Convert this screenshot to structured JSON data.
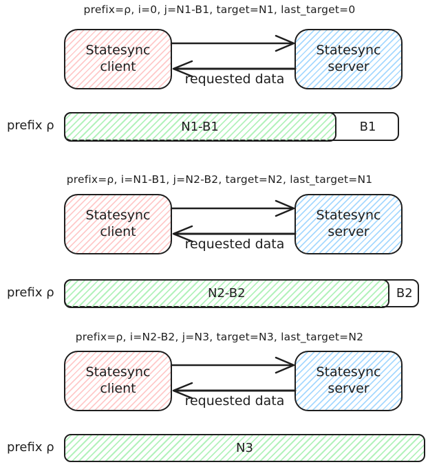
{
  "colors": {
    "stroke": "#1e1e1e",
    "client_hatch": "#ffc9c9",
    "server_hatch": "#a5d8ff",
    "state_hatch": "#b2f2bb",
    "background": "#ffffff"
  },
  "sections": [
    {
      "caption": "prefix=ρ, i=0, j=N1-B1, target=N1, last_target=0",
      "client_label": "Statesync client",
      "server_label": "Statesync server",
      "response_label": "requested data",
      "bar": {
        "prefix_label": "prefix ρ",
        "synced_label": "N1-B1",
        "synced_pct": 82,
        "remainder_label": "B1",
        "remainder_pct": 18
      }
    },
    {
      "caption": "prefix=ρ, i=N1-B1, j=N2-B2, target=N2, last_target=N1",
      "client_label": "Statesync client",
      "server_label": "Statesync server",
      "response_label": "requested data",
      "bar": {
        "prefix_label": "prefix ρ",
        "synced_label": "N2-B2",
        "synced_pct": 92.5,
        "remainder_label": "B2",
        "remainder_pct": 7.5
      }
    },
    {
      "caption": "prefix=ρ, i=N2-B2, j=N3, target=N3, last_target=N2",
      "client_label": "Statesync client",
      "server_label": "Statesync server",
      "response_label": "requested data",
      "bar": {
        "prefix_label": "prefix ρ",
        "synced_label": "N3",
        "synced_pct": 100
      }
    }
  ]
}
